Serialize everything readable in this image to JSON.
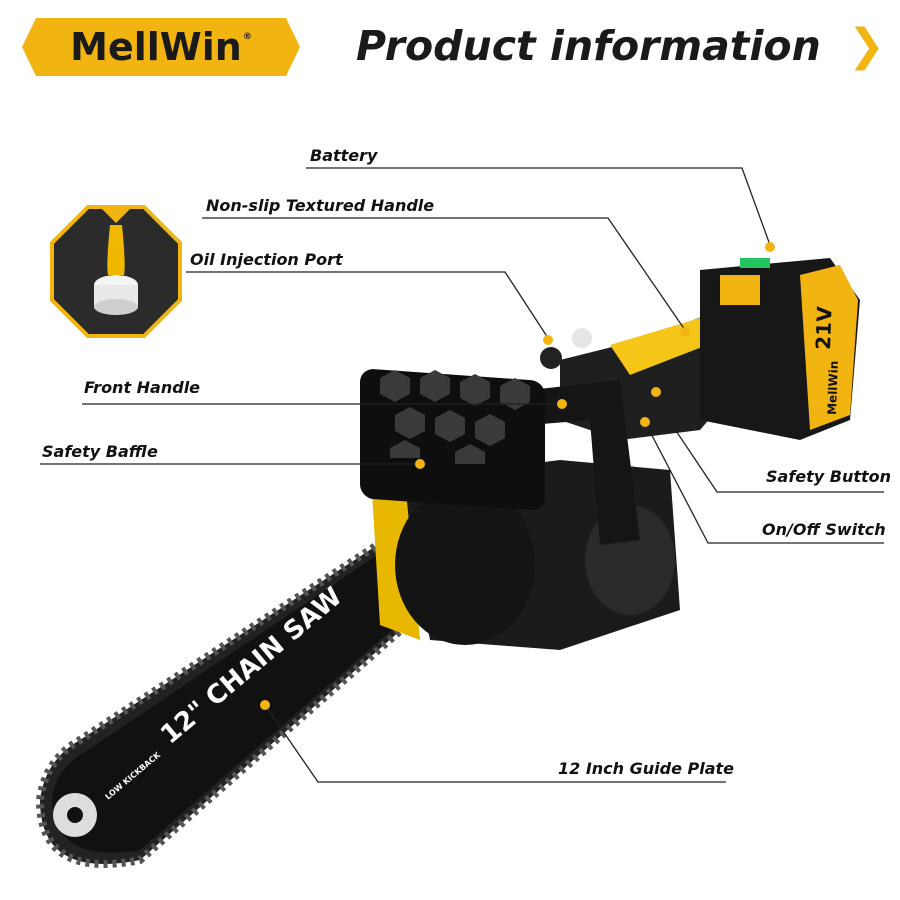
{
  "header": {
    "brand": "MellWin",
    "brand_mark": "®",
    "title": "Product information",
    "chevron_icon": "chevron-right-icon",
    "accent": "#f2b411"
  },
  "product": {
    "bar_text": "12\" CHAIN SAW",
    "bar_small_text": "LOW KICKBACK",
    "battery_text": "21V",
    "battery_brand": "MellWin"
  },
  "callouts": [
    {
      "id": "battery",
      "label": "Battery"
    },
    {
      "id": "handle",
      "label": "Non-slip Textured Handle"
    },
    {
      "id": "oil",
      "label": "Oil Injection Port"
    },
    {
      "id": "front",
      "label": "Front Handle"
    },
    {
      "id": "baffle",
      "label": "Safety Baffle"
    },
    {
      "id": "safety",
      "label": "Safety Button"
    },
    {
      "id": "switch",
      "label": "On/Off Switch"
    },
    {
      "id": "guide",
      "label": "12 Inch Guide Plate"
    }
  ]
}
